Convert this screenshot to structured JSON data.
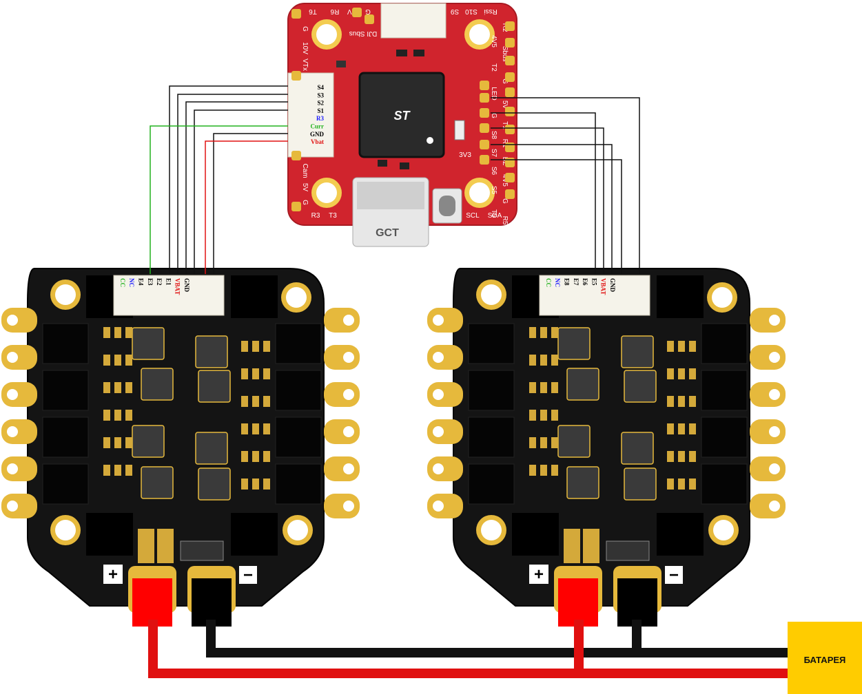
{
  "colors": {
    "fc_board": "#d0242d",
    "esc_board": "#111111",
    "gold_pad": "#e6b93c",
    "wire_red": "#e01010",
    "wire_black": "#111111",
    "wire_green": "#22b21e",
    "battery": "#ffcc00"
  },
  "fc": {
    "usb_label": "GCT",
    "st_logo": "ST",
    "connector_pins": [
      {
        "label": "S4",
        "color": "#000000"
      },
      {
        "label": "S3",
        "color": "#000000"
      },
      {
        "label": "S2",
        "color": "#000000"
      },
      {
        "label": "S1",
        "color": "#000000"
      },
      {
        "label": "R3",
        "color": "#1a1aff"
      },
      {
        "label": "Curr",
        "color": "#22b21e"
      },
      {
        "label": "GND",
        "color": "#000000"
      },
      {
        "label": "Vbat",
        "color": "#e01010"
      }
    ],
    "top_labels": [
      "T6",
      "R6",
      "5V",
      "G",
      "S9",
      "S10",
      "Rssi"
    ],
    "left_labels": [
      "G",
      "10V",
      "VTx"
    ],
    "left_bottom_labels": [
      "Cam",
      "5V",
      "G"
    ],
    "right_labels": [
      "R2",
      "4V5",
      "Sbus",
      "T2",
      "G",
      "LED",
      "5V",
      "G",
      "T1",
      "S8",
      "R1",
      "S7",
      "BZ",
      "S6",
      "4V5",
      "S5",
      "G",
      "T5",
      "R5"
    ],
    "bottom_labels": [
      "R3",
      "T3",
      "SCL",
      "SDA"
    ],
    "dji_label": "DJI Sbus",
    "v33_label": "3V3"
  },
  "esc_left": {
    "pins": [
      {
        "label": "CC",
        "color": "#22b21e"
      },
      {
        "label": "NC",
        "color": "#1a1aff"
      },
      {
        "label": "E4",
        "color": "#000000"
      },
      {
        "label": "E3",
        "color": "#000000"
      },
      {
        "label": "E2",
        "color": "#000000"
      },
      {
        "label": "E1",
        "color": "#000000"
      },
      {
        "label": "VBAT",
        "color": "#e01010"
      },
      {
        "label": "GND",
        "color": "#000000"
      }
    ],
    "plus": "+",
    "minus": "−"
  },
  "esc_right": {
    "pins": [
      {
        "label": "CC",
        "color": "#22b21e"
      },
      {
        "label": "NC",
        "color": "#1a1aff"
      },
      {
        "label": "E8",
        "color": "#000000"
      },
      {
        "label": "E7",
        "color": "#000000"
      },
      {
        "label": "E6",
        "color": "#000000"
      },
      {
        "label": "E5",
        "color": "#000000"
      },
      {
        "label": "VBAT",
        "color": "#e01010"
      },
      {
        "label": "GND",
        "color": "#000000"
      }
    ],
    "plus": "+",
    "minus": "−"
  },
  "battery": {
    "label": "БАТАРЕЯ"
  }
}
